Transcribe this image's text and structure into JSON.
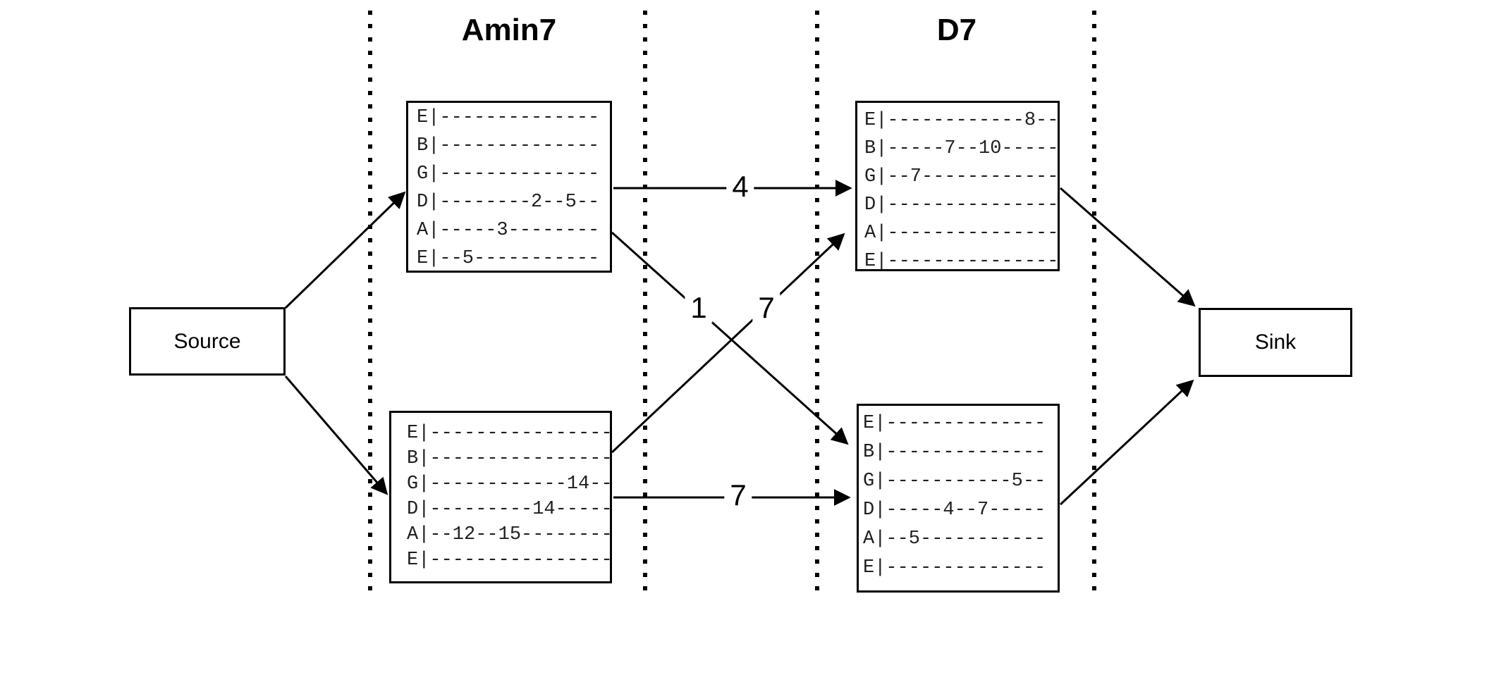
{
  "graph": {
    "source": {
      "label": "Source"
    },
    "sink": {
      "label": "Sink"
    },
    "columns": [
      {
        "header": "Amin7",
        "voicings": [
          {
            "tab": "E|--------------\nB|--------------\nG|--------------\nD|--------2--5--\nA|-----3--------\nE|--5-----------"
          },
          {
            "tab": "E|----------------\nB|----------------\nG|------------14--\nD|---------14-----\nA|--12--15--------\nE|----------------"
          }
        ]
      },
      {
        "header": "D7",
        "voicings": [
          {
            "tab": "E|------------8--\nB|-----7--10-----\nG|--7------------\nD|---------------\nA|---------------\nE|---------------"
          },
          {
            "tab": "E|--------------\nB|--------------\nG|-----------5--\nD|-----4--7-----\nA|--5-----------\nE|--------------"
          }
        ]
      }
    ],
    "edges": [
      {
        "from": "source",
        "to": "amin7-voicing-1",
        "label": ""
      },
      {
        "from": "source",
        "to": "amin7-voicing-2",
        "label": ""
      },
      {
        "from": "amin7-voicing-1",
        "to": "d7-voicing-1",
        "label": "4"
      },
      {
        "from": "amin7-voicing-1",
        "to": "d7-voicing-2",
        "label": "1"
      },
      {
        "from": "amin7-voicing-2",
        "to": "d7-voicing-1",
        "label": "7"
      },
      {
        "from": "amin7-voicing-2",
        "to": "d7-voicing-2",
        "label": "7"
      },
      {
        "from": "d7-voicing-1",
        "to": "sink",
        "label": ""
      },
      {
        "from": "d7-voicing-2",
        "to": "sink",
        "label": ""
      }
    ],
    "colors": {
      "background": "#ffffff",
      "line": "#000000",
      "text": "#000000"
    }
  }
}
